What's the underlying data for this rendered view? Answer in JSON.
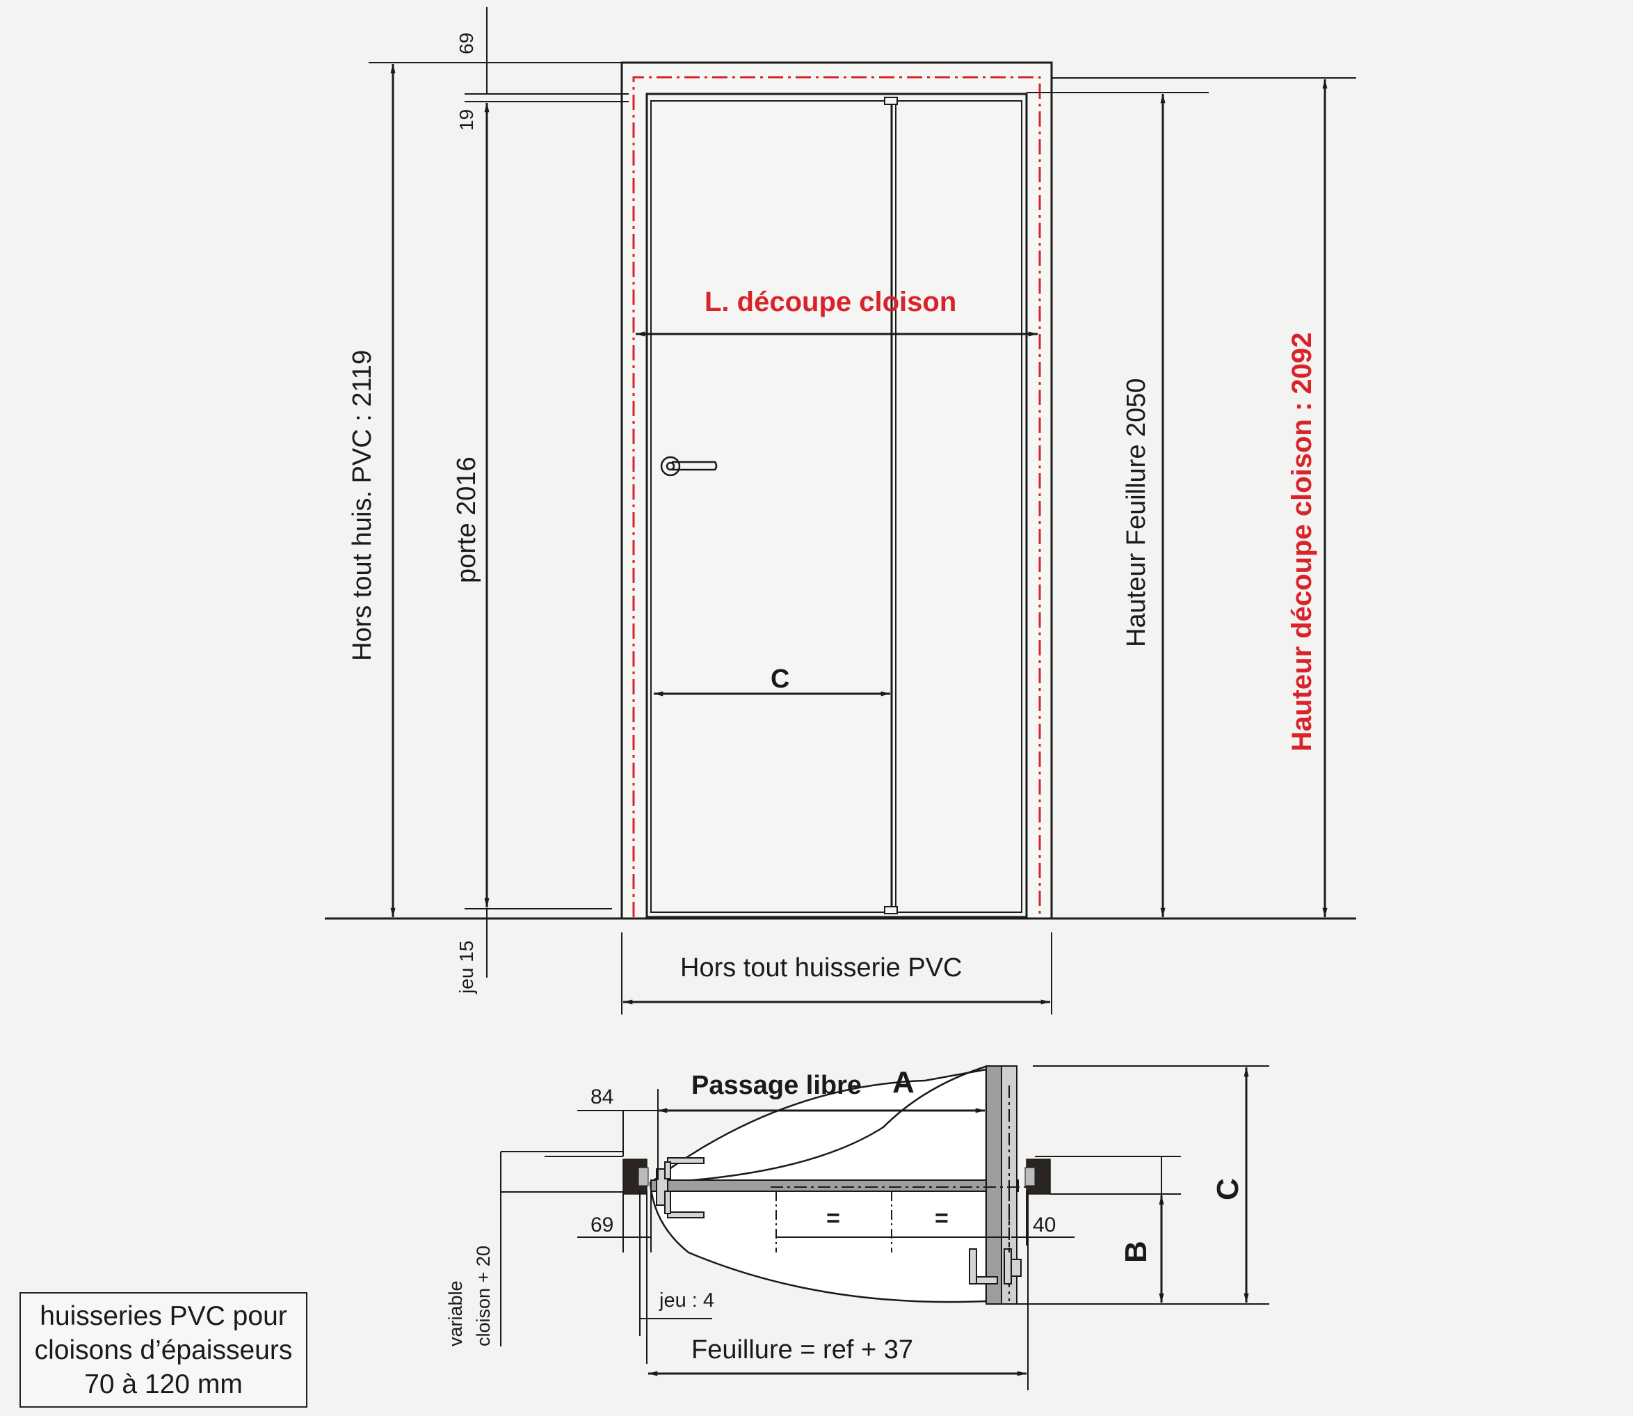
{
  "elevation": {
    "dim_69": "69",
    "dim_19": "19",
    "dim_jeu15": "jeu 15",
    "hors_tout_huis": "Hors tout  huis. PVC : 2119",
    "porte": "porte 2016",
    "l_decoupe": "L. découpe cloison",
    "c_label": "C",
    "hauteur_feuillure": "Hauteur Feuillure 2050",
    "hauteur_decoupe": "Hauteur découpe  cloison : 2092",
    "hors_tout_pvc": "Hors tout huisserie PVC"
  },
  "plan": {
    "passage_libre": "Passage libre",
    "a_label": "A",
    "dim_84": "84",
    "dim_69": "69",
    "dim_40": "40",
    "equal_1": "=",
    "equal_2": "=",
    "variable": "variable",
    "cloison_plus_20": "cloison + 20",
    "jeu4": "jeu : 4",
    "feuillure": "Feuillure = ref + 37",
    "b_label": "B",
    "c_label": "C"
  },
  "note": {
    "line1": "huisseries PVC pour",
    "line2": "cloisons d’épaisseurs",
    "line3": "70 à 120 mm"
  },
  "colors": {
    "accent_red": "#d8232a",
    "line": "#1a1a1a"
  }
}
